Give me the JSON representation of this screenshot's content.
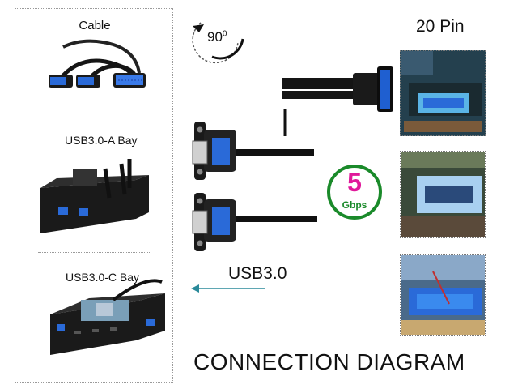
{
  "left_panel": {
    "cable_label": "Cable",
    "a_bay_label": "USB3.0-A Bay",
    "c_bay_label": "USB3.0-C Bay"
  },
  "rotation": {
    "value": "90",
    "unit": "0"
  },
  "header_pin_label": "20 Pin",
  "speed_badge": {
    "value": "5",
    "unit": "Gbps"
  },
  "usb_label": "USB3.0",
  "title": "CONNECTION DIAGRAM",
  "colors": {
    "usb_blue": "#2a6ad8",
    "badge_green": "#1a8a2a",
    "badge_magenta": "#e0189a",
    "cable_black": "#151515"
  }
}
